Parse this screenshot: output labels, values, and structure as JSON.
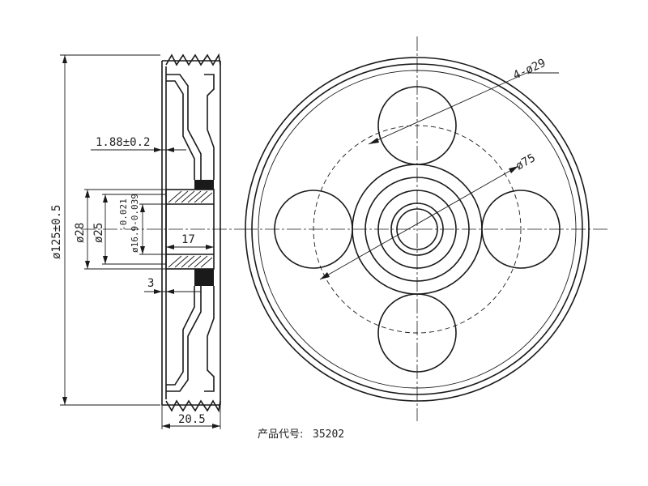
{
  "drawing": {
    "dimensions": {
      "outer_diameter": "ø125±0.5",
      "diameter_28": "ø28",
      "diameter_25": "ø25",
      "bore_tolerance": "-0.021",
      "bore": "ø16.9-0.039",
      "hub_length": "17",
      "groove_offset": "1.88±0.2",
      "step": "3",
      "overall_width": "20.5",
      "holes": "4-ø29",
      "pcd": "ø75"
    },
    "caption": {
      "label": "产品代号:",
      "code": "35202"
    }
  }
}
